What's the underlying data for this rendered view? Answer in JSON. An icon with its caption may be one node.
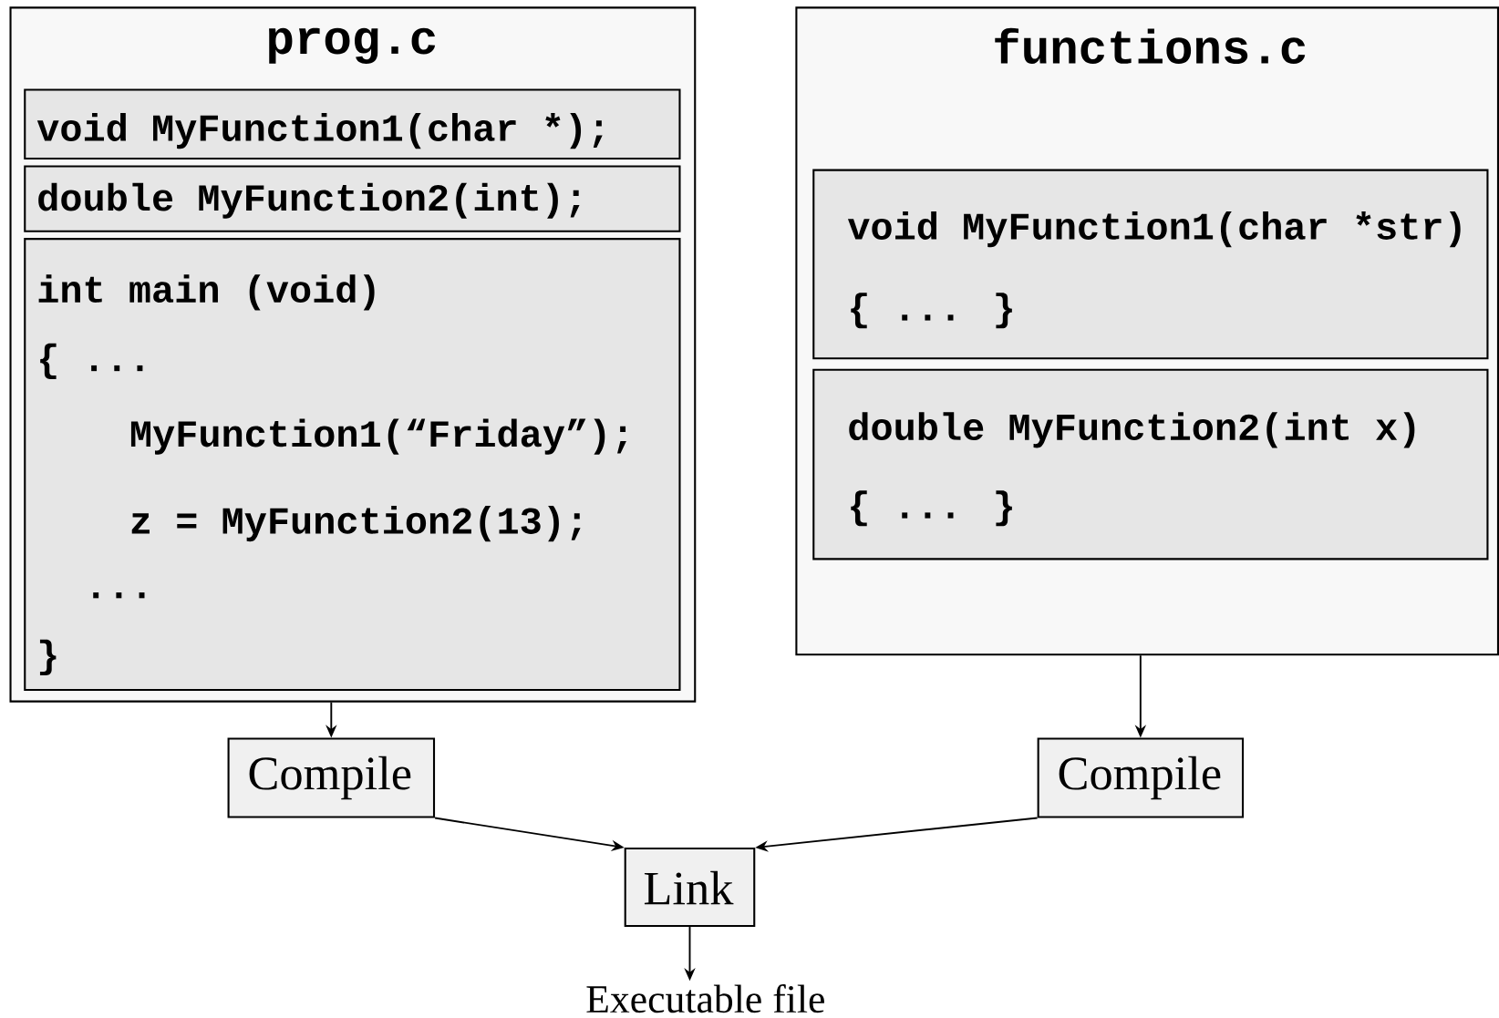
{
  "diagram": {
    "nodes": [
      {
        "text": [
          "prog.c"
        ]
      },
      {
        "text": [
          "void MyFunction1(char *);"
        ],
        "in": 0
      },
      {
        "text": [
          "double MyFunction2(int);"
        ],
        "in": 0
      },
      {
        "text": [
          "int main (void)",
          "{ ...",
          "MyFunction1(“Friday”);",
          "z = MyFunction2(13);",
          "...",
          "}"
        ],
        "in": 0
      },
      {
        "text": [
          "functions.c"
        ]
      },
      {
        "text": [
          "void MyFunction1(char *str)",
          "{ ... }"
        ],
        "in": 4
      },
      {
        "text": [
          "double MyFunction2(int x)",
          "{ ... }"
        ],
        "in": 4
      },
      {
        "text": [
          "Compile"
        ]
      },
      {
        "text": [
          "Compile"
        ]
      },
      {
        "text": [
          "Link"
        ]
      },
      {
        "text": [
          "Executable file"
        ]
      }
    ],
    "edges": [
      {
        "from": 0,
        "to": 7,
        "arrow": "to"
      },
      {
        "from": 4,
        "to": 8,
        "arrow": "to"
      },
      {
        "from": 7,
        "to": 9,
        "arrow": "to"
      },
      {
        "from": 8,
        "to": 9,
        "arrow": "to"
      },
      {
        "from": 9,
        "to": 10,
        "arrow": "to"
      }
    ]
  }
}
